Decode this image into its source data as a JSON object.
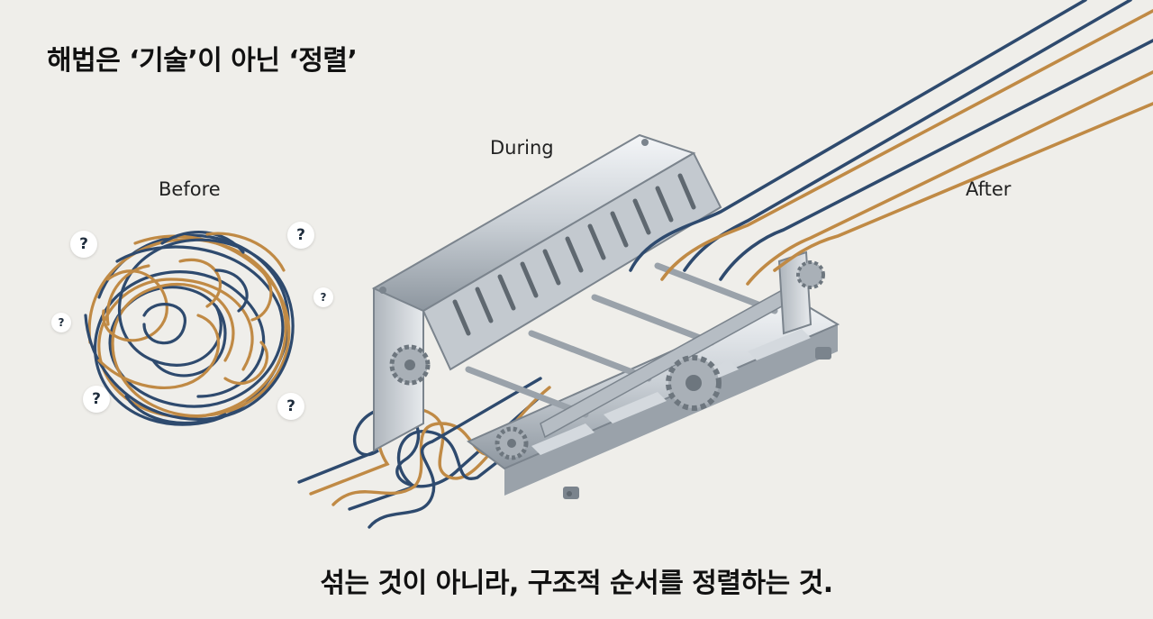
{
  "title": "해법은 ‘기술’이 아닌 ‘정렬’",
  "stages": {
    "before": "Before",
    "during": "During",
    "after": "After"
  },
  "question_mark": "?",
  "caption": "섞는 것이 아니라, 구조적 순서를 정렬하는 것.",
  "colors": {
    "navy_strand": "#2e4a6e",
    "tan_strand": "#c08a45",
    "metal_light": "#d8dde2",
    "metal_dark": "#7b848d",
    "background": "#efeeea"
  },
  "icons": [
    "tangle-icon",
    "question-icon",
    "comb-machine-icon",
    "gear-icon"
  ]
}
